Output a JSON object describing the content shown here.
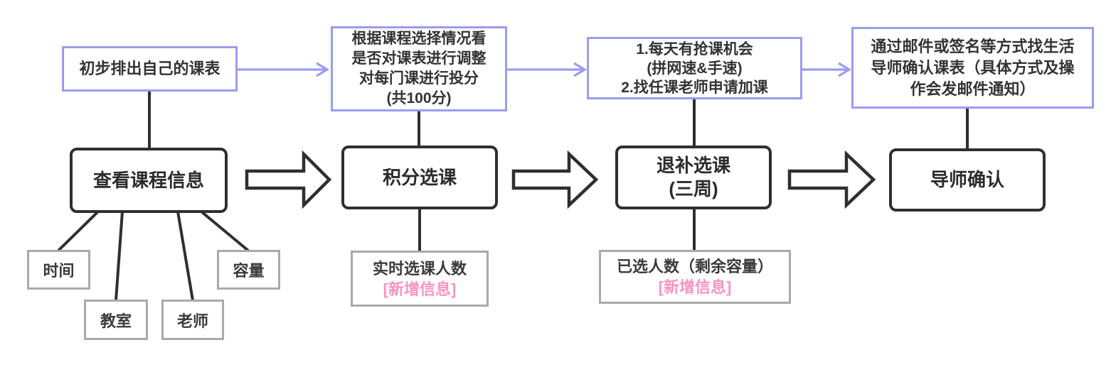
{
  "colors": {
    "purple": "#9b9bf0",
    "ink": "#2f2f2f",
    "gray": "#a9a9a9",
    "pink": "#f795c5",
    "text": "#333333"
  },
  "flow": {
    "top_notes": [
      "初步排出自己的课表",
      "根据课程选择情况看\n是否对课表进行调整\n对每门课进行投分\n(共100分)",
      "1.每天有抢课机会\n(拼网速&手速)\n2.找任课老师申请加课",
      "通过邮件或签名等方式找生活\n导师确认课表（具体方式及操\n作会发邮件通知）"
    ],
    "stages": [
      "查看课程信息",
      "积分选课",
      "退补选课\n(三周)",
      "导师确认"
    ],
    "course_attributes": [
      "时间",
      "教室",
      "老师",
      "容量"
    ],
    "info_notes": [
      {
        "title": "实时选课人数",
        "tag": "[新增信息]"
      },
      {
        "title": "已选人数（剩余容量）",
        "tag": "[新增信息]"
      }
    ]
  }
}
